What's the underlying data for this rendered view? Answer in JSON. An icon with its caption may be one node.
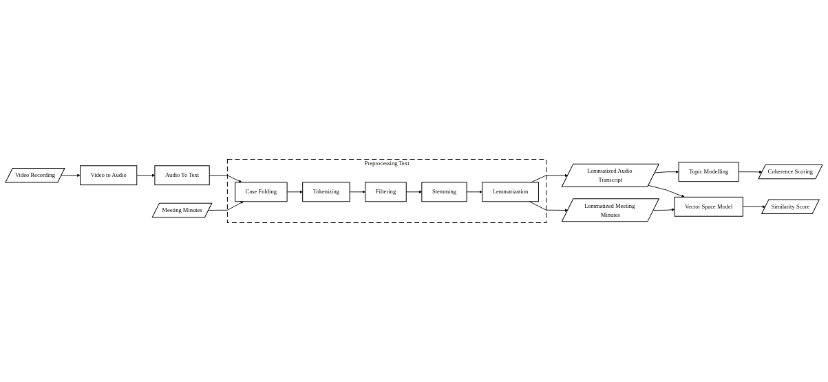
{
  "diagram": {
    "nodes": [
      {
        "text": [
          "Video Recording"
        ]
      },
      {
        "text": [
          "Video to Audio"
        ]
      },
      {
        "text": [
          "Audio To Text"
        ]
      },
      {
        "text": [
          "Meeting Minutes"
        ]
      },
      {
        "text": [
          "Preprocessing Text"
        ]
      },
      {
        "text": [
          "Case Folding"
        ],
        "in": 4
      },
      {
        "text": [
          "Tokenizing"
        ],
        "in": 4
      },
      {
        "text": [
          "Filtering"
        ],
        "in": 4
      },
      {
        "text": [
          "Stemming"
        ],
        "in": 4
      },
      {
        "text": [
          "Lemmatization"
        ],
        "in": 4
      },
      {
        "text": [
          "Coherence Scoring"
        ]
      },
      {
        "text": [
          "Topic Modelling"
        ]
      },
      {
        "text": [
          "Lemmatized Audio Transcript"
        ]
      },
      {
        "text": [
          "Similarity Score"
        ]
      },
      {
        "text": [
          "Vector Space Model"
        ]
      },
      {
        "text": [
          "Lemmatized Meeting Minutes"
        ]
      }
    ],
    "edges": [
      {
        "from": 0,
        "to": 1,
        "arrow": "to"
      },
      {
        "from": 1,
        "to": 2,
        "arrow": "to"
      },
      {
        "from": 2,
        "to": 5,
        "arrow": "to"
      },
      {
        "from": 3,
        "to": 5,
        "arrow": "to"
      },
      {
        "from": 5,
        "to": 6,
        "arrow": "to"
      },
      {
        "from": 6,
        "to": 7,
        "arrow": "to"
      },
      {
        "from": 7,
        "to": 8,
        "arrow": "to"
      },
      {
        "from": 8,
        "to": 9,
        "arrow": "to"
      },
      {
        "from": 9,
        "to": 12,
        "arrow": "to"
      },
      {
        "from": 9,
        "to": 15,
        "arrow": "to"
      },
      {
        "from": 12,
        "to": 11,
        "arrow": "to"
      },
      {
        "from": 11,
        "to": 10,
        "arrow": "to"
      },
      {
        "from": 12,
        "to": 14,
        "arrow": "to"
      },
      {
        "from": 15,
        "to": 14,
        "arrow": "to"
      },
      {
        "from": 14,
        "to": 13,
        "arrow": "to"
      }
    ]
  }
}
